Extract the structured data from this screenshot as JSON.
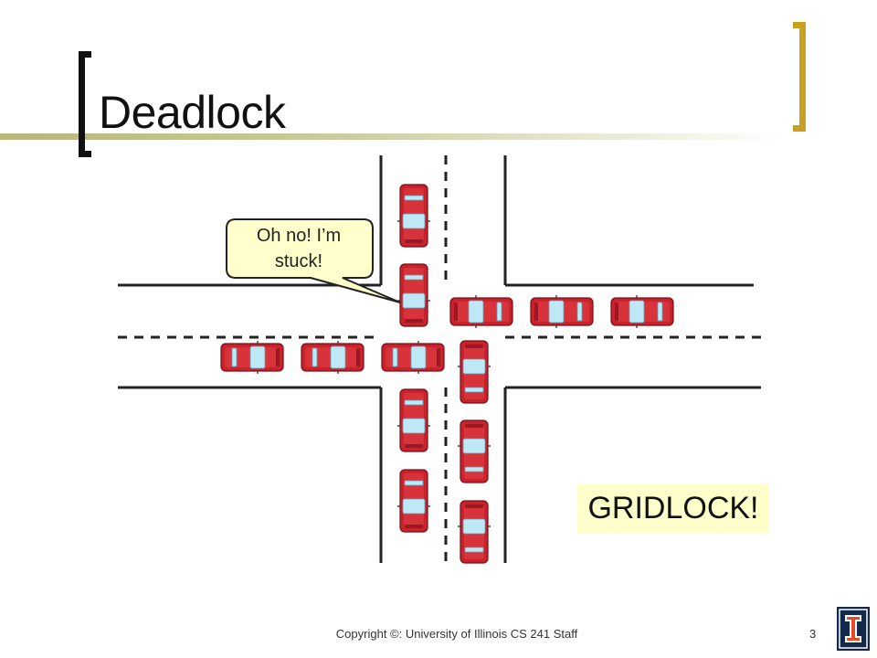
{
  "slide": {
    "title": "Deadlock",
    "bubble_line1": "Oh no! I’m",
    "bubble_line2": "stuck!",
    "callout": "GRIDLOCK!",
    "footer": "Copyright ©:  University of Illinois CS 241 Staff",
    "page_number": "3"
  },
  "colors": {
    "accent_gold": "#c9a020",
    "title_rule": "#b7b77a",
    "car_body": "#c8232c",
    "bubble_fill": "#ffffcc",
    "logo_blue": "#13294b",
    "logo_orange": "#e84a27"
  },
  "icons": [
    "car-icon",
    "university-logo-icon",
    "speech-bubble-icon"
  ]
}
